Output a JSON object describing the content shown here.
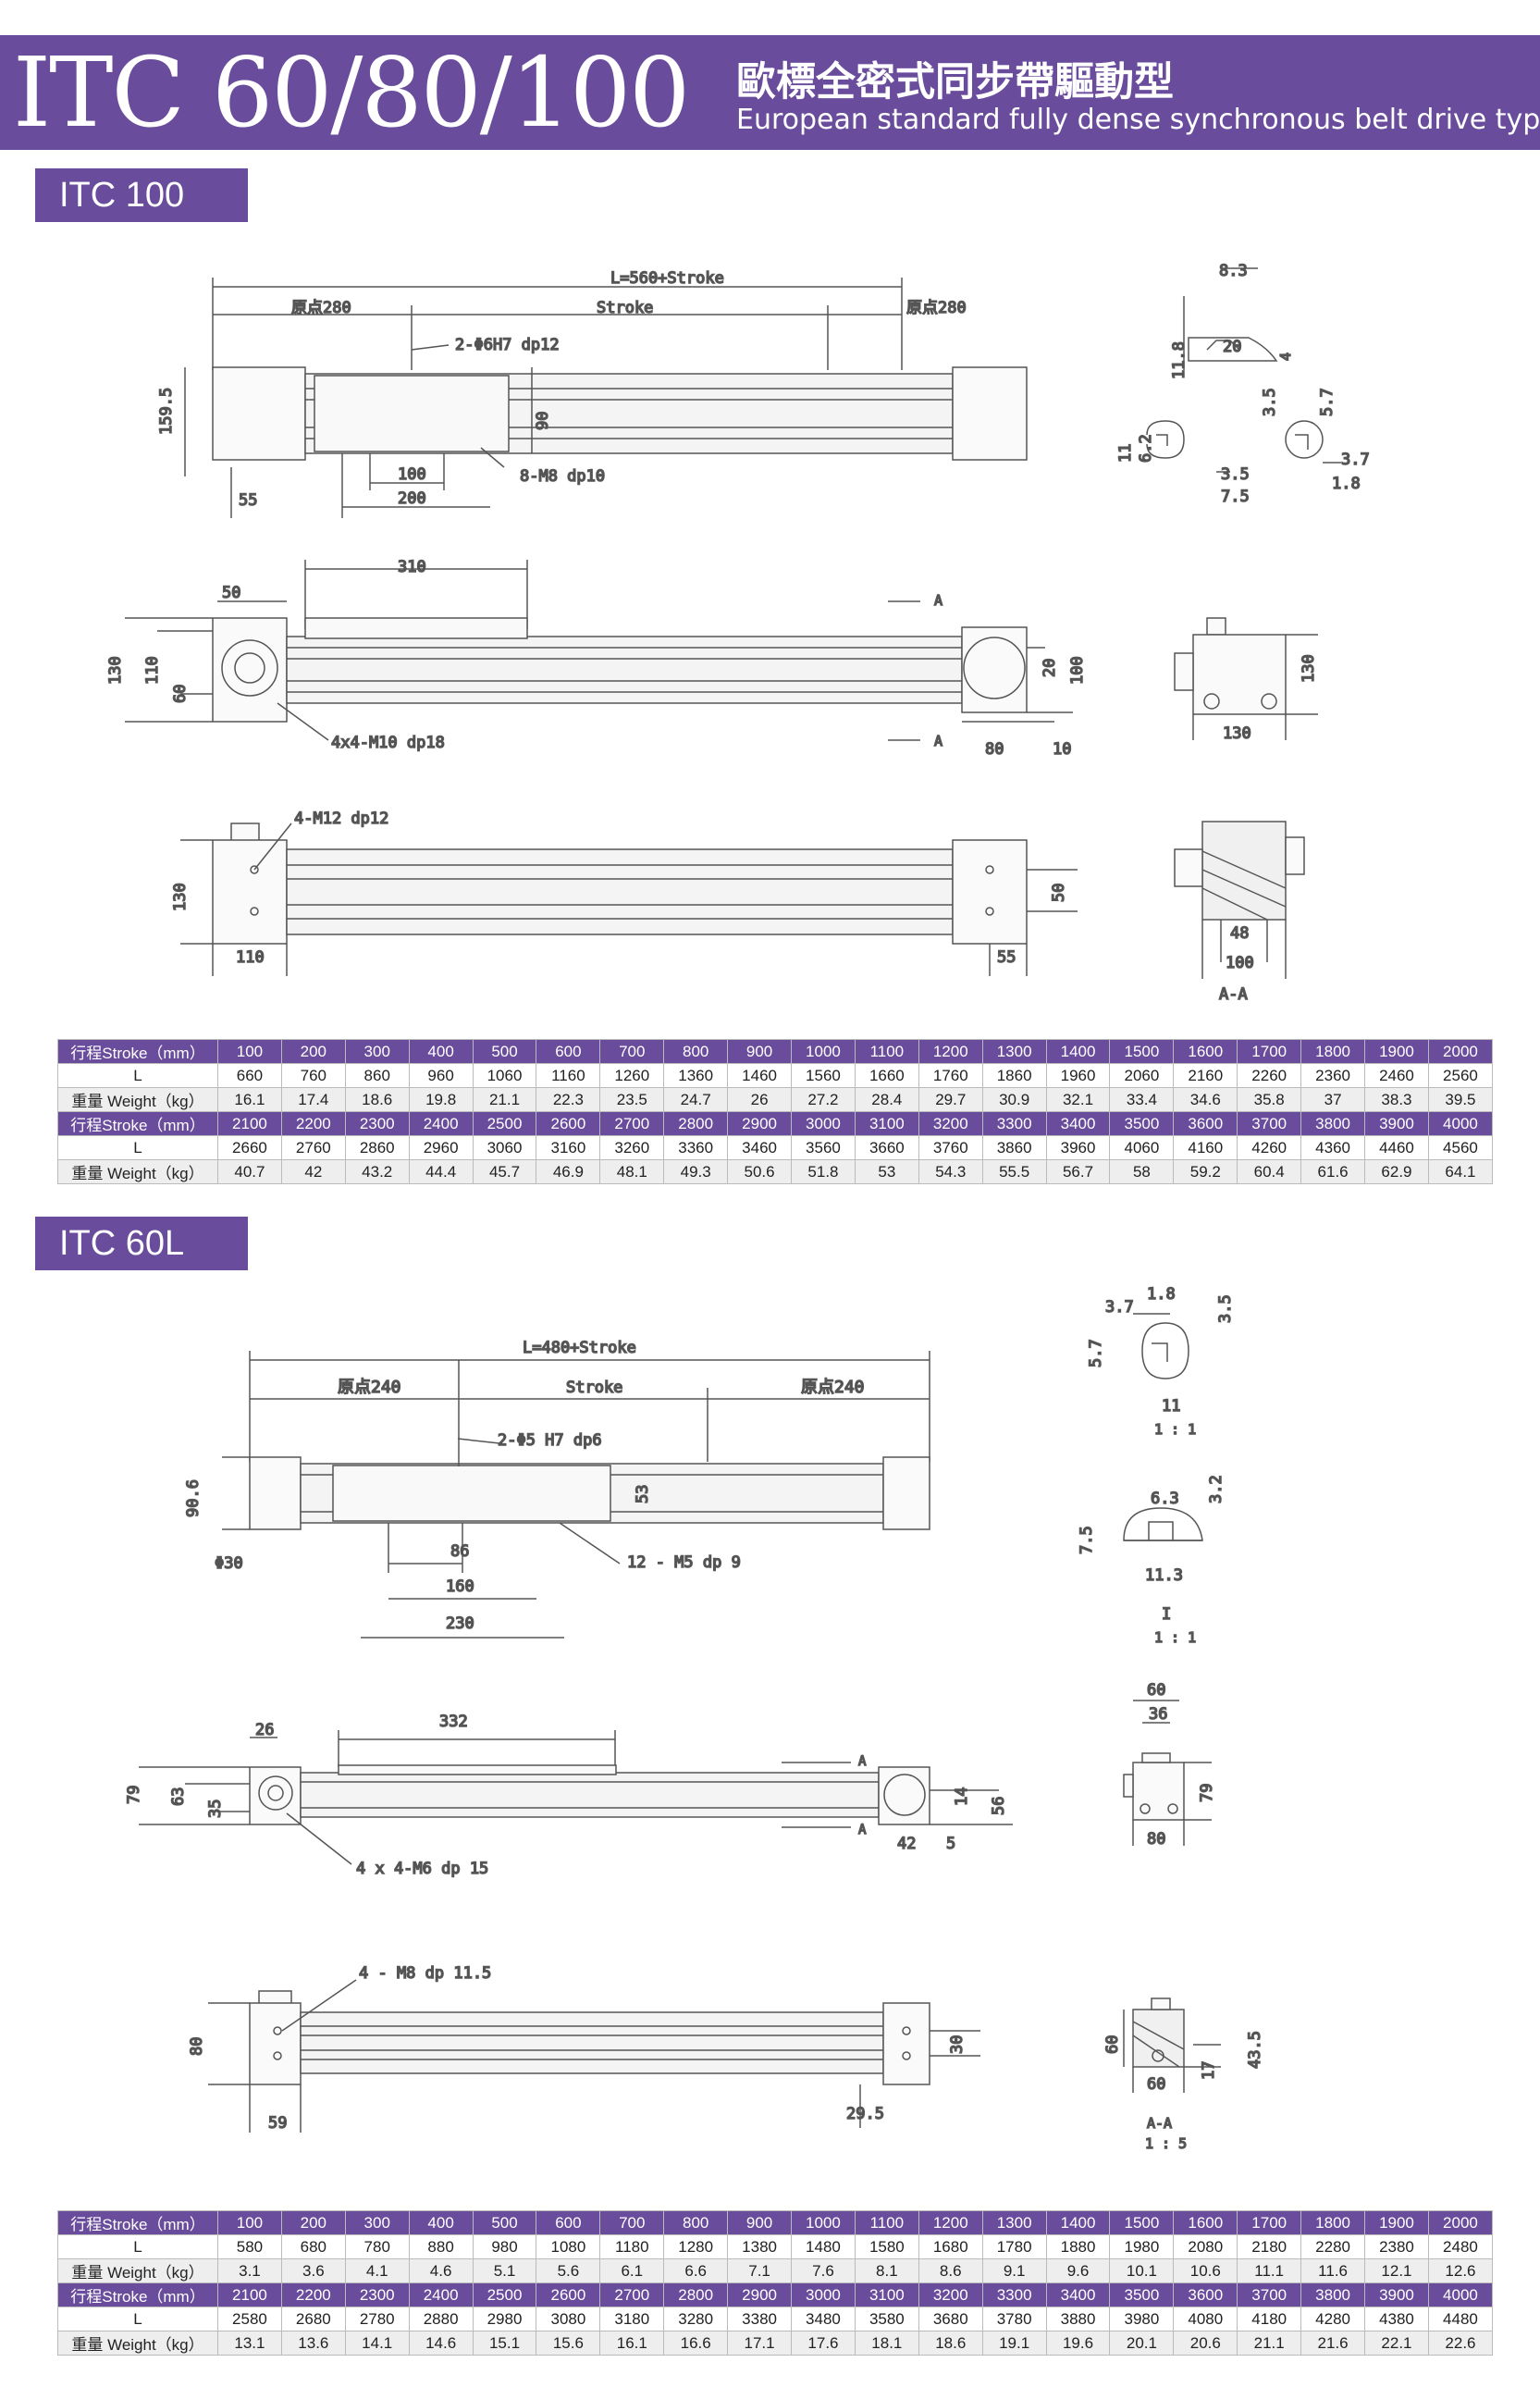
{
  "header": {
    "model": "ITC 60/80/100",
    "title_cn": "歐標全密式同步帶驅動型",
    "title_en": "European standard fully dense synchronous belt drive type"
  },
  "sections": [
    {
      "name": "ITC 100",
      "dims": {
        "total": "L=560+Stroke",
        "left_end": "原点280",
        "stroke": "Stroke",
        "right_end": "原点280",
        "pins": "2-Φ6H7 dp12",
        "holes": "8-M8 dp10",
        "h1595": "159.5",
        "h90": "90",
        "d100": "100",
        "d200": "200",
        "d55": "55",
        "d310": "310",
        "d50": "50",
        "d130": "130",
        "d110": "110",
        "d60": "60",
        "d20": "20",
        "d80": "80",
        "d10": "10",
        "m10": "4x4-M10 dp18",
        "m12": "4-M12 dp12",
        "d50b": "50",
        "d55b": "55",
        "d110b": "110",
        "sec_a": "A",
        "sec_aa": "A-A",
        "d48": "48",
        "d100b": "100",
        "d130b": "130",
        "d130c": "130",
        "p83": "8.3",
        "p20": "20",
        "p118": "11.8",
        "p4": "4",
        "p11": "11",
        "p62": "6.2",
        "p35": "3.5",
        "p75": "7.5",
        "p35b": "3.5",
        "p57": "5.7",
        "p37": "3.7",
        "p18": "1.8"
      },
      "table": {
        "stroke_label": "行程Stroke（mm）",
        "l_label": "L",
        "weight_label": "重量 Weight（kg）",
        "rows": [
          {
            "stroke": [
              "100",
              "200",
              "300",
              "400",
              "500",
              "600",
              "700",
              "800",
              "900",
              "1000",
              "1100",
              "1200",
              "1300",
              "1400",
              "1500",
              "1600",
              "1700",
              "1800",
              "1900",
              "2000"
            ],
            "L": [
              "660",
              "760",
              "860",
              "960",
              "1060",
              "1160",
              "1260",
              "1360",
              "1460",
              "1560",
              "1660",
              "1760",
              "1860",
              "1960",
              "2060",
              "2160",
              "2260",
              "2360",
              "2460",
              "2560"
            ],
            "weight": [
              "16.1",
              "17.4",
              "18.6",
              "19.8",
              "21.1",
              "22.3",
              "23.5",
              "24.7",
              "26",
              "27.2",
              "28.4",
              "29.7",
              "30.9",
              "32.1",
              "33.4",
              "34.6",
              "35.8",
              "37",
              "38.3",
              "39.5"
            ]
          },
          {
            "stroke": [
              "2100",
              "2200",
              "2300",
              "2400",
              "2500",
              "2600",
              "2700",
              "2800",
              "2900",
              "3000",
              "3100",
              "3200",
              "3300",
              "3400",
              "3500",
              "3600",
              "3700",
              "3800",
              "3900",
              "4000"
            ],
            "L": [
              "2660",
              "2760",
              "2860",
              "2960",
              "3060",
              "3160",
              "3260",
              "3360",
              "3460",
              "3560",
              "3660",
              "3760",
              "3860",
              "3960",
              "4060",
              "4160",
              "4260",
              "4360",
              "4460",
              "4560"
            ],
            "weight": [
              "40.7",
              "42",
              "43.2",
              "44.4",
              "45.7",
              "46.9",
              "48.1",
              "49.3",
              "50.6",
              "51.8",
              "53",
              "54.3",
              "55.5",
              "56.7",
              "58",
              "59.2",
              "60.4",
              "61.6",
              "62.9",
              "64.1"
            ]
          }
        ]
      }
    },
    {
      "name": "ITC 60L",
      "dims": {
        "total": "L=480+Stroke",
        "left_end": "原点240",
        "stroke": "Stroke",
        "right_end": "原点240",
        "pins": "2-Φ5 H7 dp6",
        "holes": "12 - M5 dp 9",
        "h906": "90.6",
        "h53": "53",
        "d30": "Φ30",
        "d86": "86",
        "d160": "160",
        "d230": "230",
        "d26": "26",
        "d332": "332",
        "d79": "79",
        "d63": "63",
        "d35": "35",
        "d14": "14",
        "d56": "56",
        "d42": "42",
        "d5": "5",
        "m6": "4 x 4-M6 dp 15",
        "m8": "4 - M8 dp 11.5",
        "d80": "80",
        "d59": "59",
        "d295": "29.5",
        "d30b": "30",
        "sec_a": "A",
        "e60": "60",
        "e36": "36",
        "e79": "79",
        "e80": "80",
        "f60": "60",
        "f60b": "60",
        "f17": "17",
        "f435": "43.5",
        "f_aa": "A-A",
        "f_sc": "1 : 5",
        "p18": "1.8",
        "p37": "3.7",
        "p35": "3.5",
        "p57": "5.7",
        "p11": "11",
        "p11sc": "1 : 1",
        "p63": "6.3",
        "p32": "3.2",
        "p75": "7.5",
        "p113": "11.3",
        "pI": "I",
        "pIsc": "1 : 1"
      },
      "table": {
        "stroke_label": "行程Stroke（mm）",
        "l_label": "L",
        "weight_label": "重量 Weight（kg）",
        "rows": [
          {
            "stroke": [
              "100",
              "200",
              "300",
              "400",
              "500",
              "600",
              "700",
              "800",
              "900",
              "1000",
              "1100",
              "1200",
              "1300",
              "1400",
              "1500",
              "1600",
              "1700",
              "1800",
              "1900",
              "2000"
            ],
            "L": [
              "580",
              "680",
              "780",
              "880",
              "980",
              "1080",
              "1180",
              "1280",
              "1380",
              "1480",
              "1580",
              "1680",
              "1780",
              "1880",
              "1980",
              "2080",
              "2180",
              "2280",
              "2380",
              "2480"
            ],
            "weight": [
              "3.1",
              "3.6",
              "4.1",
              "4.6",
              "5.1",
              "5.6",
              "6.1",
              "6.6",
              "7.1",
              "7.6",
              "8.1",
              "8.6",
              "9.1",
              "9.6",
              "10.1",
              "10.6",
              "11.1",
              "11.6",
              "12.1",
              "12.6"
            ]
          },
          {
            "stroke": [
              "2100",
              "2200",
              "2300",
              "2400",
              "2500",
              "2600",
              "2700",
              "2800",
              "2900",
              "3000",
              "3100",
              "3200",
              "3300",
              "3400",
              "3500",
              "3600",
              "3700",
              "3800",
              "3900",
              "4000"
            ],
            "L": [
              "2580",
              "2680",
              "2780",
              "2880",
              "2980",
              "3080",
              "3180",
              "3280",
              "3380",
              "3480",
              "3580",
              "3680",
              "3780",
              "3880",
              "3980",
              "4080",
              "4180",
              "4280",
              "4380",
              "4480"
            ],
            "weight": [
              "13.1",
              "13.6",
              "14.1",
              "14.6",
              "15.1",
              "15.6",
              "16.1",
              "16.6",
              "17.1",
              "17.6",
              "18.1",
              "18.6",
              "19.1",
              "19.6",
              "20.1",
              "20.6",
              "21.1",
              "21.6",
              "22.1",
              "22.6"
            ]
          }
        ]
      }
    }
  ],
  "colors": {
    "accent": "#6a4c9c"
  }
}
